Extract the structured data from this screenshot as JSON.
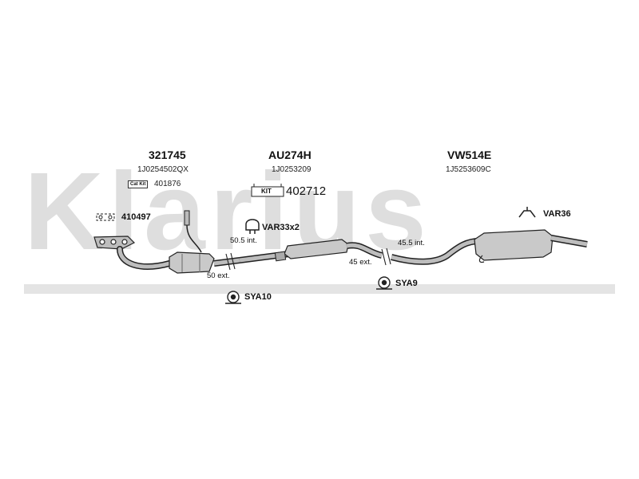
{
  "brand": {
    "watermark": "Klarius"
  },
  "kits": [
    {
      "part_number": "321745",
      "oem": "1J0254502QX"
    },
    {
      "part_number": "AU274H",
      "oem": "1J0253209"
    },
    {
      "part_number": "VW514E",
      "oem": "1J5253609C"
    }
  ],
  "cat_kit": {
    "badge": "Cat Kit",
    "number": "401876"
  },
  "fitting_kit": {
    "badge": "KIT",
    "number": "402712"
  },
  "parts": {
    "gasket": "410497",
    "clamp": "VAR33x2",
    "rubber_mount_rear": "VAR36",
    "mount_front": "SYA10",
    "mount_mid": "SYA9"
  },
  "dimensions": {
    "front_int": "50.5 int.",
    "front_ext": "50 ext.",
    "rear_int": "45.5 int.",
    "rear_ext": "45 ext."
  },
  "colors": {
    "pipe": "#9a9a9a",
    "line": "#222222",
    "watermark": "#dedede"
  }
}
